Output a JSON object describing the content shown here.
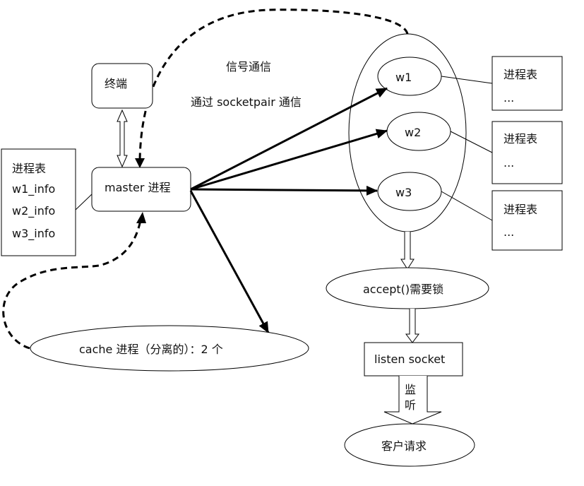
{
  "nodes": {
    "terminal": "终端",
    "master": "master 进程",
    "master_table": {
      "title": "进程表",
      "rows": [
        "w1_info",
        "w2_info",
        "w3_info"
      ]
    },
    "workers": [
      {
        "label": "w1",
        "table_title": "进程表",
        "table_more": "..."
      },
      {
        "label": "w2",
        "table_title": "进程表",
        "table_more": "..."
      },
      {
        "label": "w3",
        "table_title": "进程表",
        "table_more": "..."
      }
    ],
    "accept": "accept()需要锁",
    "listen_socket": "listen socket",
    "listen_arrow_label": [
      "监",
      "听"
    ],
    "client_request": "客户请求",
    "cache": "cache 进程（分离的）：2 个"
  },
  "annotations": {
    "signal": "信号通信",
    "socketpair": "通过 socketpair 通信"
  }
}
